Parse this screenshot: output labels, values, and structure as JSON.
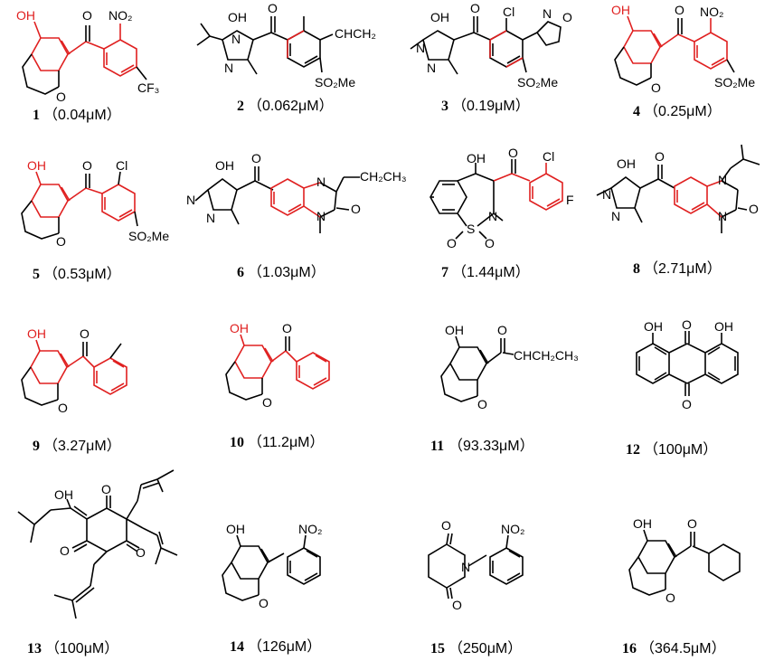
{
  "colors": {
    "highlight": "#e02020",
    "ink": "#000000"
  },
  "compounds": [
    {
      "id": "1",
      "value": "（0.04μM）",
      "labels": [
        "OH",
        "O",
        "NO₂",
        "O",
        "CF₃"
      ]
    },
    {
      "id": "2",
      "value": "（0.062μM）",
      "labels": [
        "OH",
        "O",
        "N",
        "N",
        "CHCH₂",
        "SO₂Me"
      ]
    },
    {
      "id": "3",
      "value": "（0.19μM）",
      "labels": [
        "OH",
        "O",
        "N",
        "N",
        "Cl",
        "N",
        "O",
        "SO₂Me"
      ]
    },
    {
      "id": "4",
      "value": "（0.25μM）",
      "labels": [
        "OH",
        "O",
        "NO₂",
        "O",
        "SO₂Me"
      ]
    },
    {
      "id": "5",
      "value": "（0.53μM）",
      "labels": [
        "OH",
        "O",
        "Cl",
        "O",
        "SO₂Me"
      ]
    },
    {
      "id": "6",
      "value": "（1.03μM）",
      "labels": [
        "OH",
        "O",
        "N",
        "N",
        "N",
        "N",
        "CH₂CH₃",
        "O"
      ]
    },
    {
      "id": "7",
      "value": "（1.44μM）",
      "labels": [
        "OH",
        "O",
        "Cl",
        "S",
        "N",
        "O",
        "O",
        "F"
      ]
    },
    {
      "id": "8",
      "value": "（2.71μM）",
      "labels": [
        "OH",
        "O",
        "N",
        "N",
        "N",
        "N",
        "O"
      ]
    },
    {
      "id": "9",
      "value": "（3.27μM）",
      "labels": [
        "OH",
        "O",
        "O"
      ]
    },
    {
      "id": "10",
      "value": "（11.2μM）",
      "labels": [
        "OH",
        "O",
        "O"
      ]
    },
    {
      "id": "11",
      "value": "（93.33μM）",
      "labels": [
        "OH",
        "O",
        "CHCH₂CH₃",
        "O"
      ]
    },
    {
      "id": "12",
      "value": "（100μM）",
      "labels": [
        "OH",
        "O",
        "OH",
        "O"
      ]
    },
    {
      "id": "13",
      "value": "（100μM）",
      "labels": [
        "OH",
        "O",
        "O",
        "O"
      ]
    },
    {
      "id": "14",
      "value": "（126μM）",
      "labels": [
        "OH",
        "NO₂",
        "O"
      ]
    },
    {
      "id": "15",
      "value": "（250μM）",
      "labels": [
        "O",
        "N",
        "NO₂",
        "O"
      ]
    },
    {
      "id": "16",
      "value": "（364.5μM）",
      "labels": [
        "OH",
        "O",
        "O"
      ]
    }
  ]
}
